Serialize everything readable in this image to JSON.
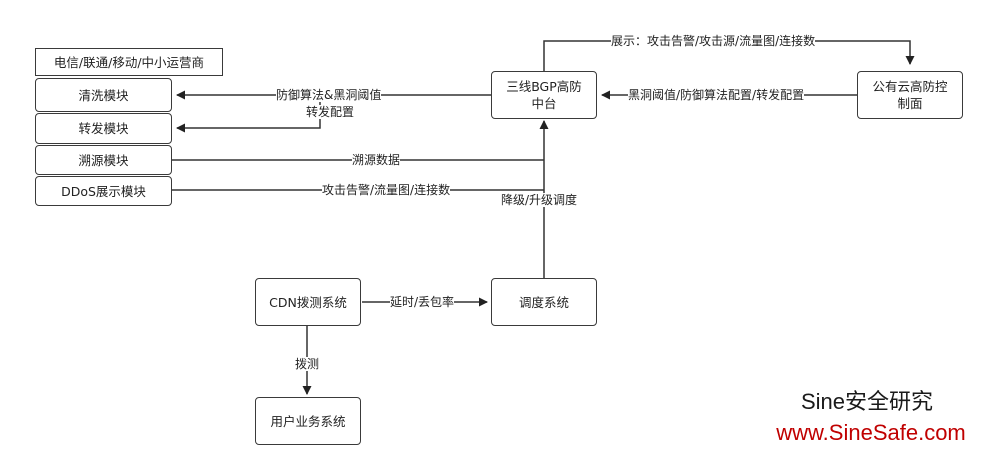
{
  "nodes": {
    "carriers": "电信/联通/移动/中小运营商",
    "cleaning": "清洗模块",
    "forwarding": "转发模块",
    "tracing": "溯源模块",
    "ddos_display": "DDoS展示模块",
    "bgp_line1": "三线BGP高防",
    "bgp_line2": "中台",
    "cloud_line1": "公有云高防控",
    "cloud_line2": "制面",
    "cdn_probe": "CDN拨测系统",
    "scheduler": "调度系统",
    "user_business": "用户业务系统"
  },
  "edges": {
    "display_top": "展示：攻击告警/攻击源/流量图/连接数",
    "cloud_to_bgp": "黑洞阈值/防御算法配置/转发配置",
    "to_cleaning": "防御算法&黑洞阈值",
    "to_forwarding": "转发配置",
    "tracing_data": "溯源数据",
    "ddos_data": "攻击告警/流量图/连接数",
    "degrade": "降级/升级调度",
    "latency": "延时/丢包率",
    "probe": "拨测"
  },
  "watermark": {
    "title": "Sine安全研究",
    "url": "www.SineSafe.com",
    "url_color": "#c00000"
  }
}
